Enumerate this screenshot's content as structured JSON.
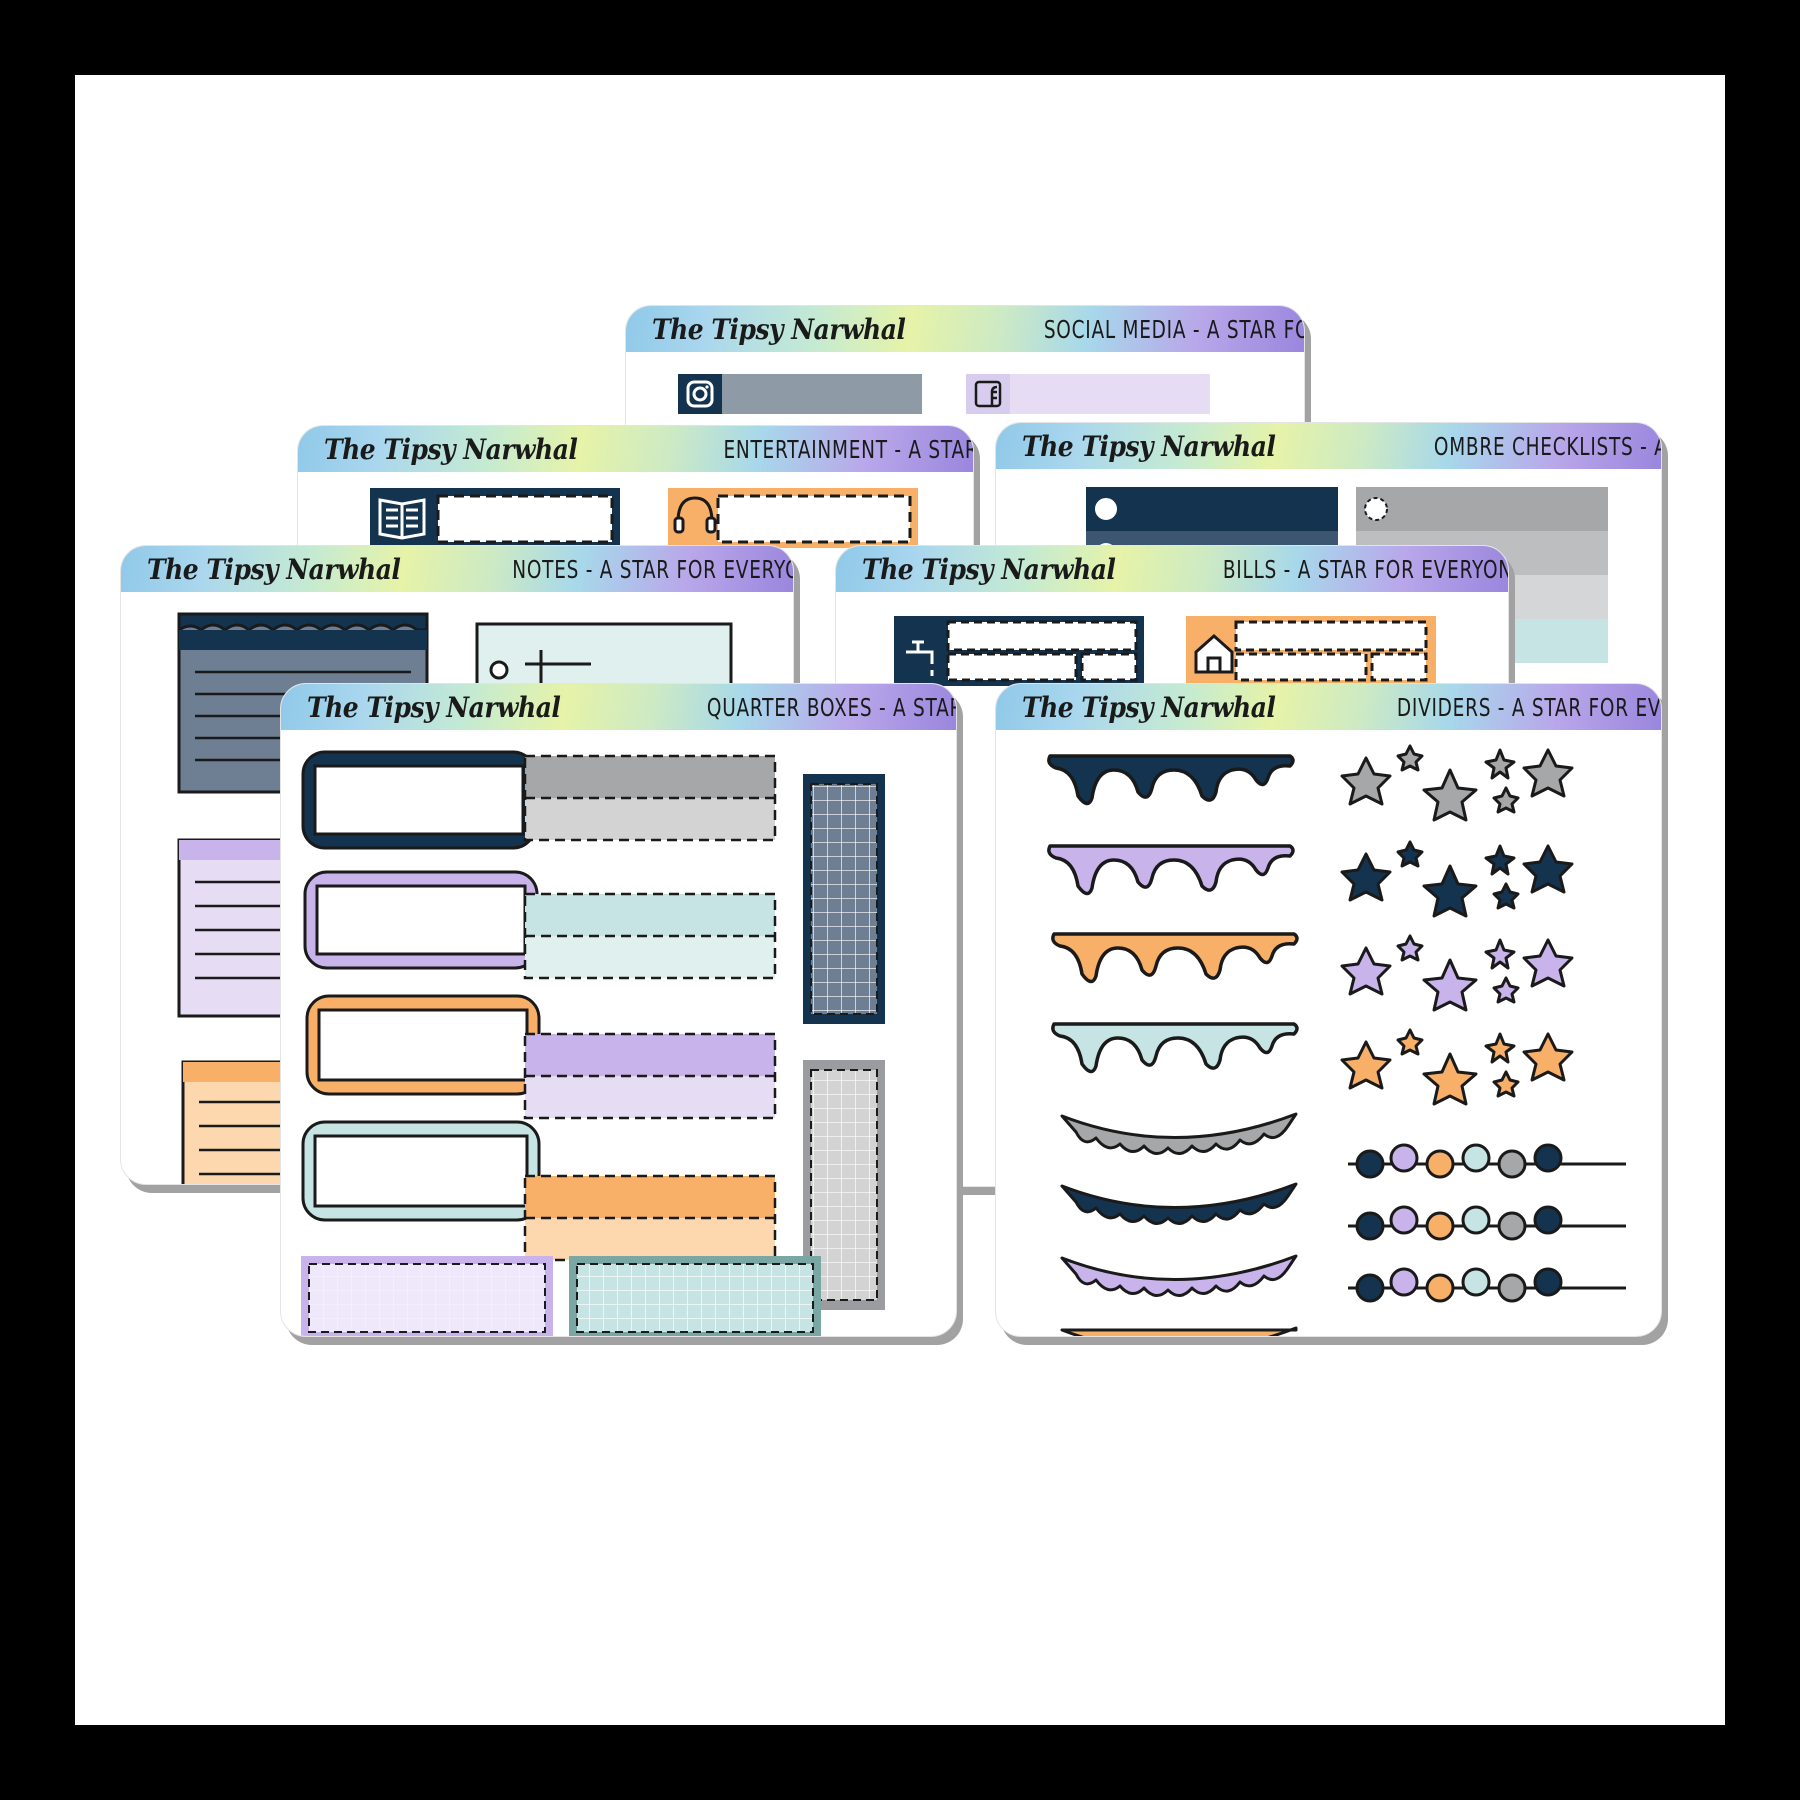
{
  "brand": "The Tipsy Narwhal",
  "sheets": {
    "social_media": {
      "title": "SOCIAL MEDIA - A STAR FOR EVERYONE"
    },
    "entertainment": {
      "title": "ENTERTAINMENT - A STAR FOR EVERYONE"
    },
    "ombre_checklists": {
      "title": "OMBRE CHECKLISTS - A STAR FOR EVERYONE"
    },
    "notes": {
      "title": "NOTES - A STAR FOR EVERYONE"
    },
    "bills": {
      "title": "BILLS - A STAR FOR EVERYONE"
    },
    "quarter_boxes": {
      "title": "QUARTER BOXES - A STAR FOR EVERYONE"
    },
    "dividers": {
      "title": "DIVIDERS - A STAR FOR EVERYONE"
    }
  },
  "icons": [
    "instagram-icon",
    "facebook-icon",
    "book-icon",
    "headphones-icon",
    "faucet-icon",
    "house-icon"
  ],
  "colors": {
    "navy": "#13334f",
    "slate": "#6e7f93",
    "gray": "#9a9c9f",
    "light_gray": "#d3d3d3",
    "lavender": "#c8b4ea",
    "light_lavender": "#e6dcf4",
    "orange": "#f8b068",
    "peach": "#fdd7ad",
    "mint": "#c6e4e3",
    "light_mint": "#dff0ee",
    "teal": "#7aa6a4"
  }
}
